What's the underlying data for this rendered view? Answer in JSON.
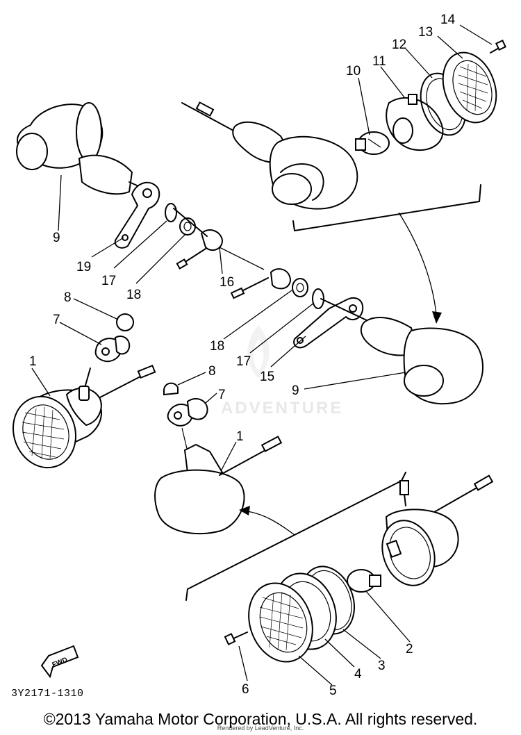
{
  "diagram": {
    "code": "3Y2171-1310",
    "fwd_label": "FWD",
    "watermark": "ADVENTURE",
    "copyright": "©2013 Yamaha Motor Corporation, U.S.A. All rights reserved.",
    "rendered_by": "Rendered by LeadVenture, Inc."
  },
  "callouts": [
    {
      "key": "c14",
      "text": "14"
    },
    {
      "key": "c13",
      "text": "13"
    },
    {
      "key": "c12",
      "text": "12"
    },
    {
      "key": "c11",
      "text": "11"
    },
    {
      "key": "c10",
      "text": "10"
    },
    {
      "key": "c9a",
      "text": "9"
    },
    {
      "key": "c19",
      "text": "19"
    },
    {
      "key": "c17a",
      "text": "17"
    },
    {
      "key": "c18a",
      "text": "18"
    },
    {
      "key": "c16",
      "text": "16"
    },
    {
      "key": "c8a",
      "text": "8"
    },
    {
      "key": "c7a",
      "text": "7"
    },
    {
      "key": "c1a",
      "text": "1"
    },
    {
      "key": "c18b",
      "text": "18"
    },
    {
      "key": "c17b",
      "text": "17"
    },
    {
      "key": "c15",
      "text": "15"
    },
    {
      "key": "c9b",
      "text": "9"
    },
    {
      "key": "c8b",
      "text": "8"
    },
    {
      "key": "c7b",
      "text": "7"
    },
    {
      "key": "c1b",
      "text": "1"
    },
    {
      "key": "c2",
      "text": "2"
    },
    {
      "key": "c3",
      "text": "3"
    },
    {
      "key": "c4",
      "text": "4"
    },
    {
      "key": "c5",
      "text": "5"
    },
    {
      "key": "c6",
      "text": "6"
    }
  ]
}
